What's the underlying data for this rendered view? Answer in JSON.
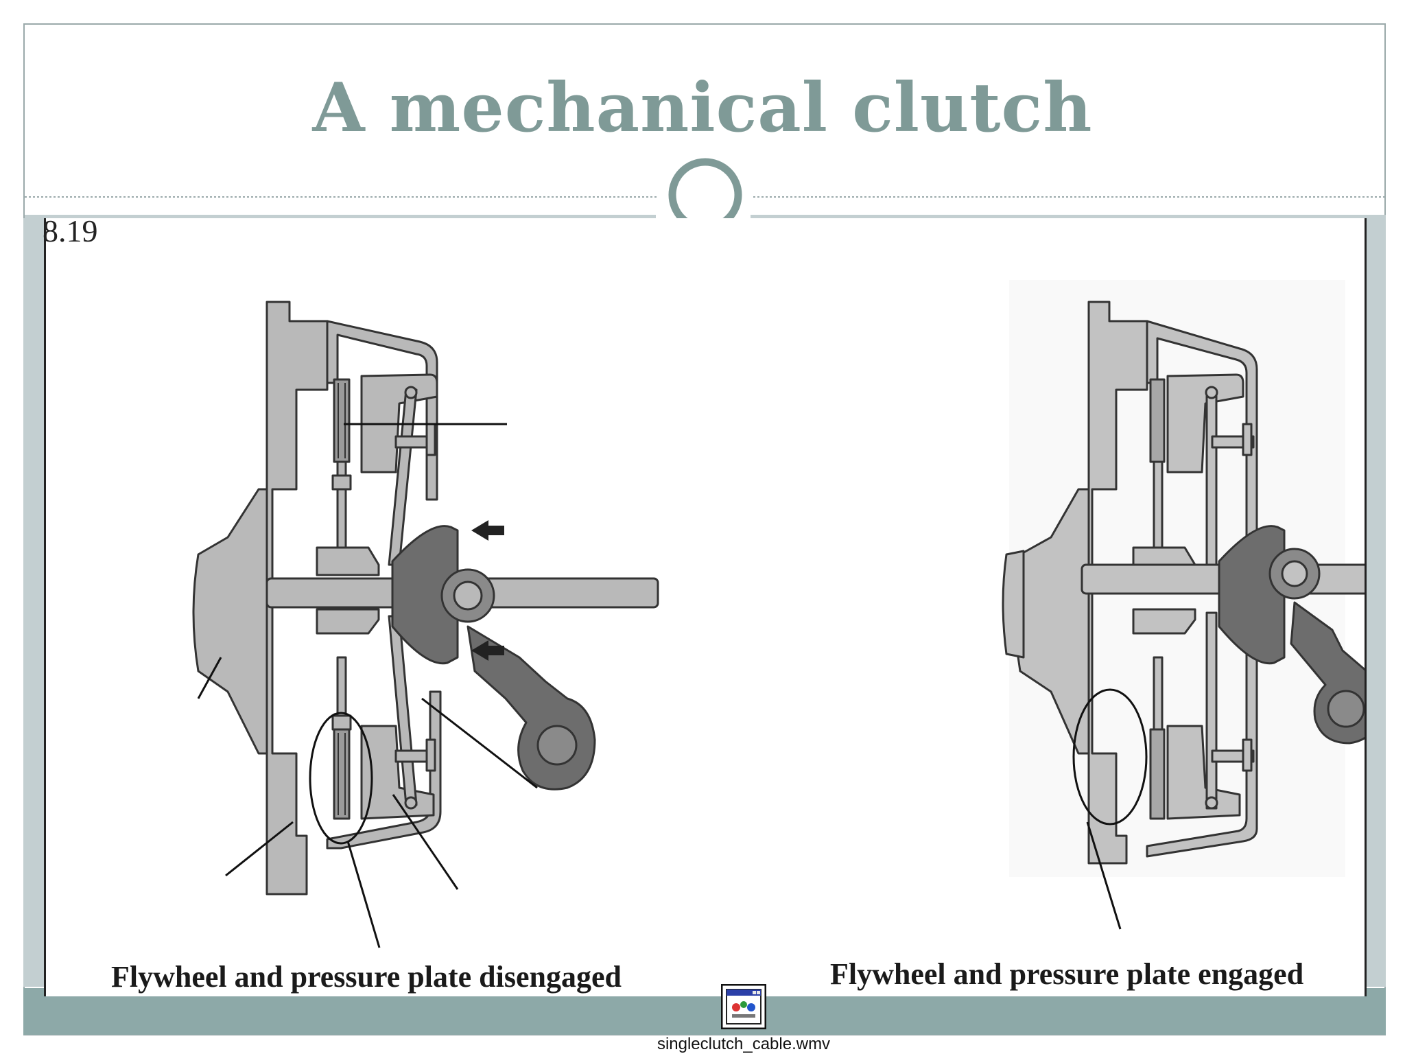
{
  "slide": {
    "title": "A mechanical clutch",
    "figure_number": "8.19",
    "caption_left": "Flywheel and pressure plate disengaged",
    "caption_right": "Flywheel and pressure plate engaged",
    "media_file": "singleclutch_cable.wmv"
  },
  "colors": {
    "title": "#7f9a97",
    "accent_band": "#c3cfd1",
    "bottom_bar": "#8da9a8",
    "part_light": "#b9b9b9",
    "part_dark": "#6d6d6d",
    "outline": "#333333"
  },
  "icons": [
    "media-file-icon"
  ]
}
